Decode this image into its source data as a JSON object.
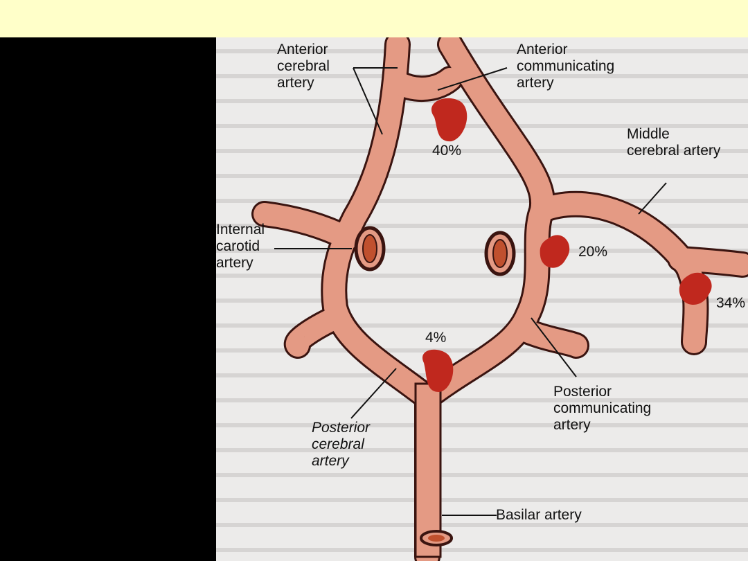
{
  "diagram": {
    "labels": {
      "anterior_cerebral": [
        "Anterior",
        "cerebral",
        "artery"
      ],
      "anterior_communicating": [
        "Anterior",
        "communicating",
        "artery"
      ],
      "middle_cerebral": [
        "Middle",
        "cerebral artery"
      ],
      "internal_carotid": [
        "Internal",
        "carotid",
        "artery"
      ],
      "posterior_communicating": [
        "Posterior",
        "communicating",
        "artery"
      ],
      "posterior_cerebral": [
        "Posterior",
        "cerebral",
        "artery"
      ],
      "basilar": "Basilar artery"
    },
    "aneurysm_percentages": {
      "anterior_communicating": "40%",
      "internal_carotid": "20%",
      "middle_cerebral": "34%",
      "basilar_tip": "4%"
    },
    "colors": {
      "artery_fill": "#E49A84",
      "artery_outline": "#3A1410",
      "aneurysm": "#C0281E",
      "page_bg": "#FFFFC9",
      "text_bg": "#ECEBEA"
    }
  }
}
